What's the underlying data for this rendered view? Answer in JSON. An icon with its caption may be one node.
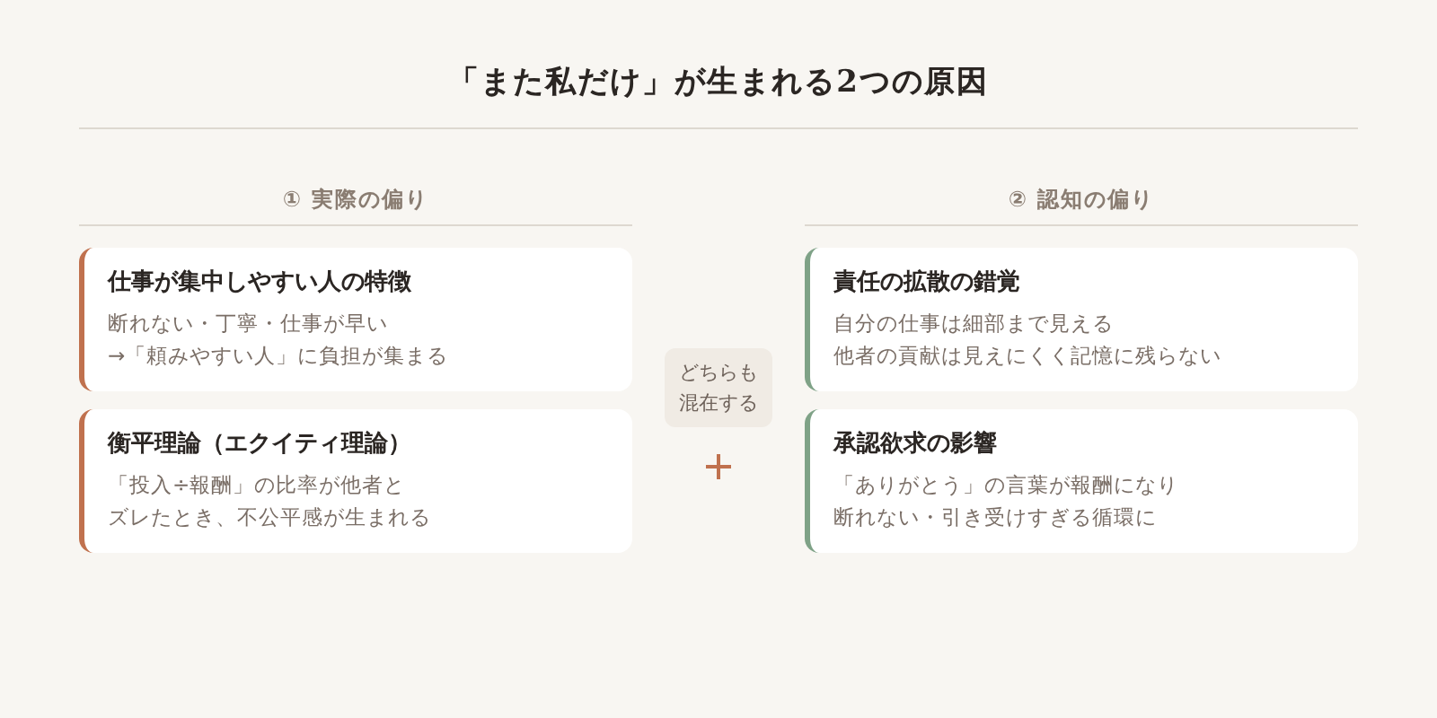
{
  "diagram": {
    "title": "「また私だけ」が生まれる2つの原因",
    "nodes": [
      {
        "text": [
          "仕事が集中しやすい人の特徴",
          "断れない・丁寧・仕事が早い→「頼みやすい人」に負担が集まる"
        ]
      },
      {
        "text": [
          "衡平理論（エクイティ理論）",
          "「投入÷報酬」の比率が他者とズレたとき、不公平感が生まれる"
        ]
      },
      {
        "text": [
          "責任の拡散の錯覚",
          "自分の仕事は細部まで見える他者の貢献は見えにくく記憶に残らない"
        ]
      },
      {
        "text": [
          "承認欲求の影響",
          "「ありがとう」の言葉が報酬になり断れない・引き受けすぎる循環に"
        ]
      },
      {
        "text": [
          "どちらも混在する"
        ]
      }
    ],
    "labels": [
      "① 実際の偏り",
      "② 認知の偏り"
    ]
  }
}
